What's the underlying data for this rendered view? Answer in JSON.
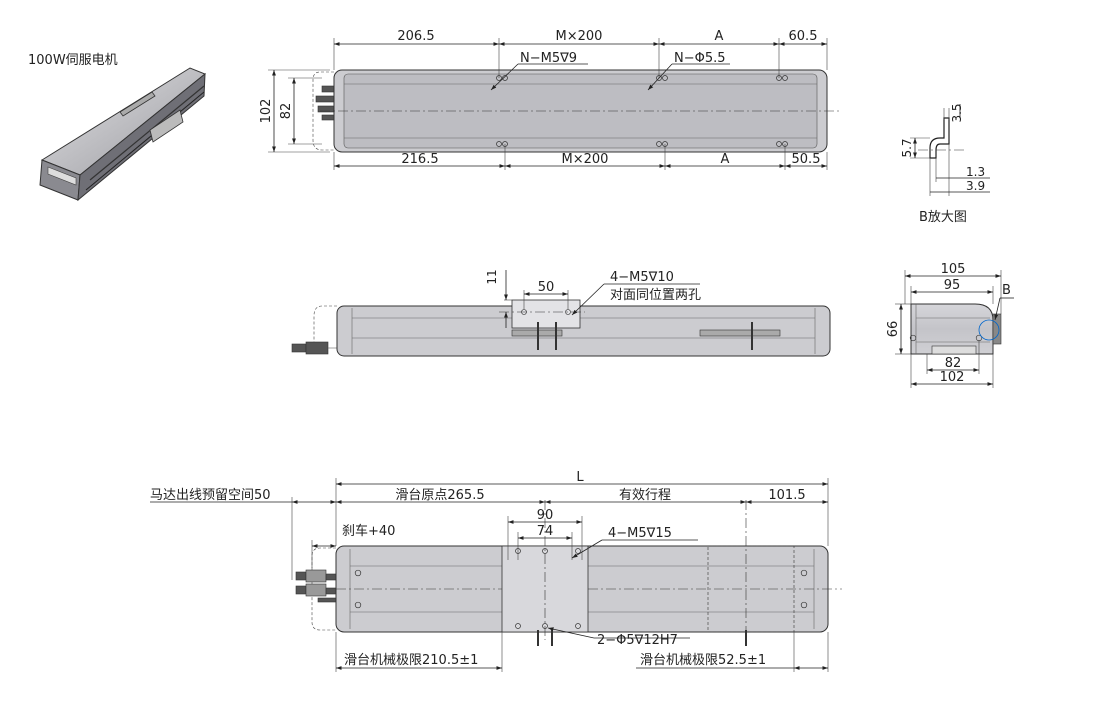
{
  "iso": {
    "title": "100W伺服电机"
  },
  "top_view": {
    "dim_left_top": "206.5",
    "dim_mid_top": "M×200",
    "dim_a_top": "A",
    "dim_right_top": "60.5",
    "note_holes_thread": "N−M5∇9",
    "note_holes_dia": "N−Φ5.5",
    "dim_height_outer": "102",
    "dim_height_inner": "82",
    "dim_left_bottom": "216.5",
    "dim_mid_bottom": "M×200",
    "dim_a_bottom": "A",
    "dim_right_bottom": "50.5"
  },
  "detail_b": {
    "dim_top": "3.5",
    "dim_left": "5.7",
    "dim_r1": "1.3",
    "dim_r2": "3.9",
    "caption": "B放大图"
  },
  "side_view": {
    "dim_11": "11",
    "dim_50": "50",
    "note_thread": "4−M5∇10",
    "note_holes": "对面同位置两孔"
  },
  "end_view": {
    "dim_105": "105",
    "dim_95": "95",
    "label_b": "B",
    "dim_66": "66",
    "dim_82": "82",
    "dim_102": "102"
  },
  "bottom_view": {
    "dim_L": "L",
    "motor_space": "马达出线预留空间50",
    "home": "滑台原点265.5",
    "stroke": "有效行程",
    "dim_101_5": "101.5",
    "dim_90": "90",
    "dim_74": "74",
    "note_thread": "4−M5∇15",
    "brake": "刹车+40",
    "note_dowel": "2−Φ5∇12H7",
    "limit_left": "滑台机械极限210.5±1",
    "limit_right": "滑台机械极限52.5±1"
  }
}
